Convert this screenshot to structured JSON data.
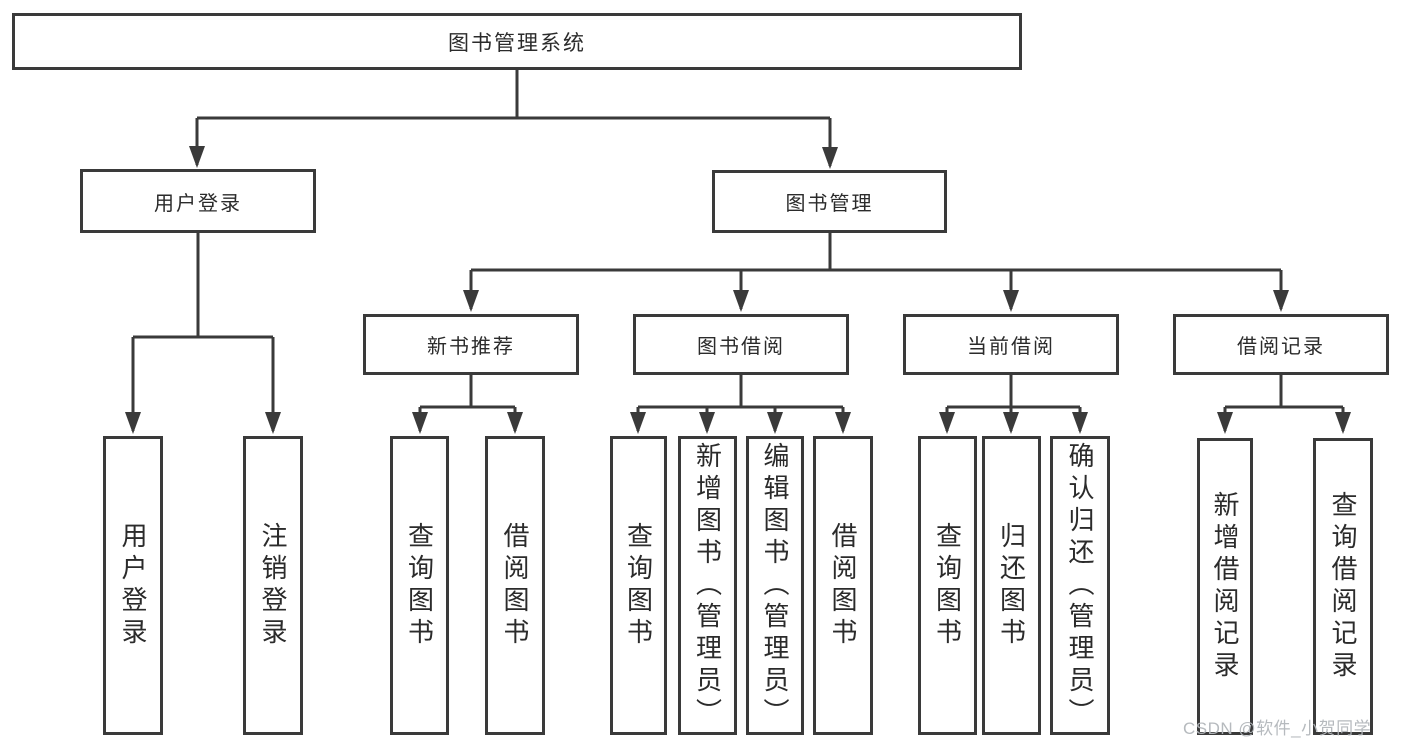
{
  "diagram_title": "图书管理系统",
  "colors": {
    "line": "#3a3a3a",
    "box_border": "#3a3a3a",
    "text": "#2b2b2b",
    "background": "#ffffff",
    "watermark": "#b2b6bb"
  },
  "tree": {
    "root": {
      "label": "图书管理系统"
    },
    "branches": [
      {
        "label": "用户登录",
        "children": [
          {
            "label": "用户登录"
          },
          {
            "label": "注销登录"
          }
        ]
      },
      {
        "label": "图书管理",
        "children": [
          {
            "label": "新书推荐",
            "children": [
              {
                "label": "查询图书"
              },
              {
                "label": "借阅图书"
              }
            ]
          },
          {
            "label": "图书借阅",
            "children": [
              {
                "label": "查询图书"
              },
              {
                "label": "新增图书（管理员）"
              },
              {
                "label": "编辑图书（管理员）"
              },
              {
                "label": "借阅图书"
              }
            ]
          },
          {
            "label": "当前借阅",
            "children": [
              {
                "label": "查询图书"
              },
              {
                "label": "归还图书"
              },
              {
                "label": "确认归还（管理员）"
              }
            ]
          },
          {
            "label": "借阅记录",
            "children": [
              {
                "label": "新增借阅记录"
              },
              {
                "label": "查询借阅记录"
              }
            ]
          }
        ]
      }
    ]
  },
  "watermark": {
    "text": "CSDN @软件_小贺同学"
  }
}
